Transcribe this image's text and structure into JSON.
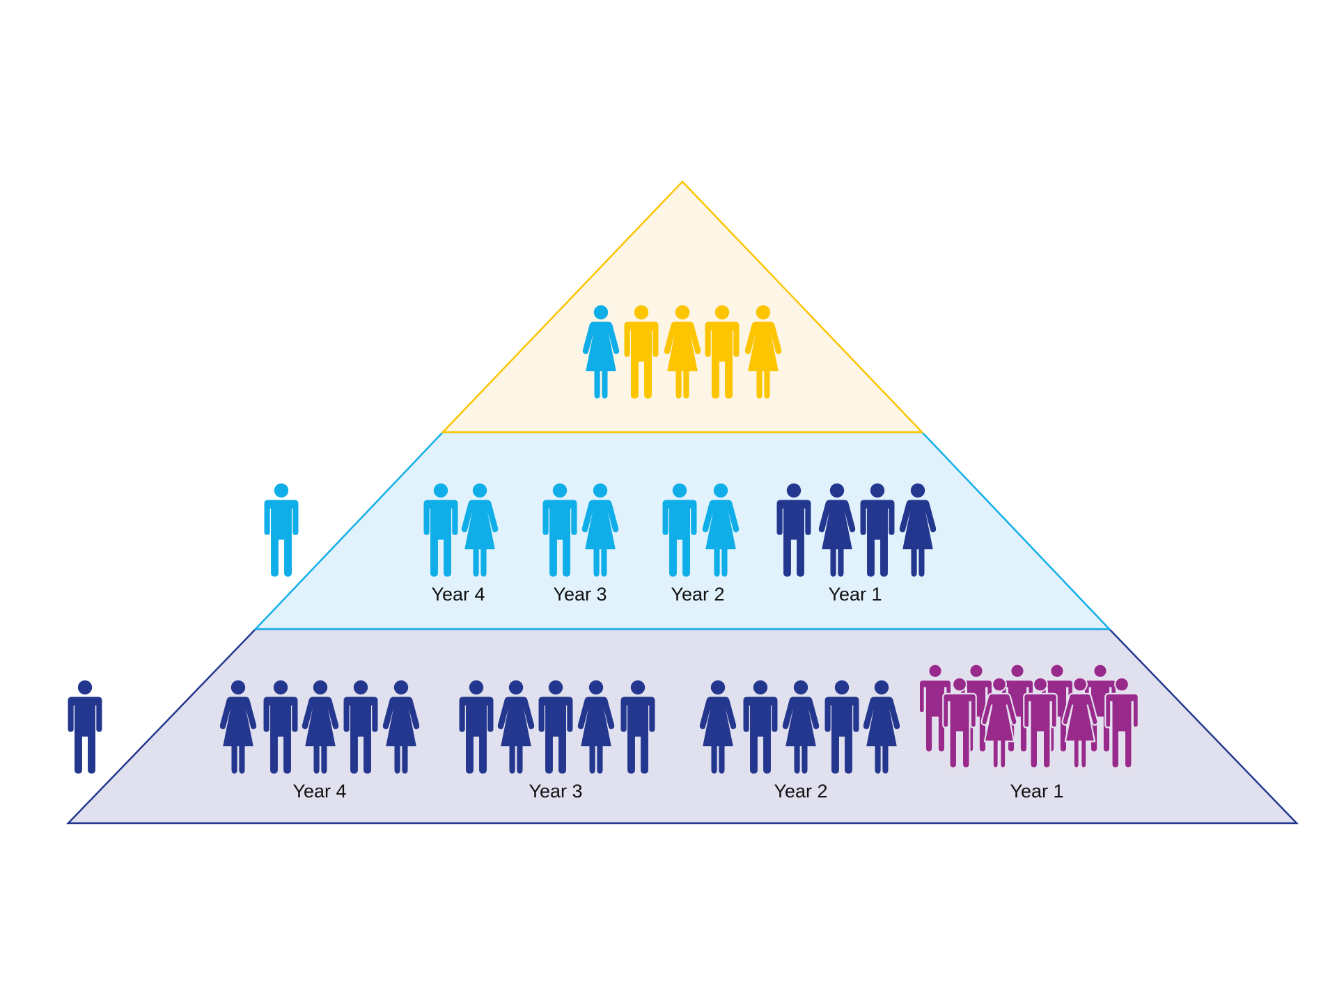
{
  "colors": {
    "yellow": "#fdc400",
    "light_blue": "#10aee8",
    "dark_blue": "#24378f",
    "purple": "#982a8c",
    "top_fill": "#fdf5e6",
    "middle_fill": "#e1f2fc",
    "bottom_fill": "#e0e0ee"
  },
  "tiers": {
    "top": {
      "figures": [
        {
          "type": "woman",
          "color": "light_blue"
        },
        {
          "type": "man",
          "color": "yellow"
        },
        {
          "type": "woman",
          "color": "yellow"
        },
        {
          "type": "man",
          "color": "yellow"
        },
        {
          "type": "woman",
          "color": "yellow"
        }
      ]
    },
    "middle": {
      "outside_figure": {
        "type": "man",
        "color": "light_blue"
      },
      "groups": [
        {
          "label": "Year 4",
          "figures": [
            {
              "type": "man",
              "color": "light_blue"
            },
            {
              "type": "woman",
              "color": "light_blue"
            }
          ]
        },
        {
          "label": "Year 3",
          "figures": [
            {
              "type": "man",
              "color": "light_blue"
            },
            {
              "type": "woman",
              "color": "light_blue"
            }
          ]
        },
        {
          "label": "Year 2",
          "figures": [
            {
              "type": "man",
              "color": "light_blue"
            },
            {
              "type": "woman",
              "color": "light_blue"
            }
          ]
        },
        {
          "label": "Year 1",
          "figures": [
            {
              "type": "man",
              "color": "dark_blue"
            },
            {
              "type": "woman",
              "color": "dark_blue"
            },
            {
              "type": "man",
              "color": "dark_blue"
            },
            {
              "type": "woman",
              "color": "dark_blue"
            }
          ]
        }
      ]
    },
    "bottom": {
      "outside_figure": {
        "type": "man",
        "color": "dark_blue"
      },
      "groups": [
        {
          "label": "Year 4",
          "figures": [
            {
              "type": "woman",
              "color": "dark_blue"
            },
            {
              "type": "man",
              "color": "dark_blue"
            },
            {
              "type": "woman",
              "color": "dark_blue"
            },
            {
              "type": "man",
              "color": "dark_blue"
            },
            {
              "type": "woman",
              "color": "dark_blue"
            }
          ]
        },
        {
          "label": "Year 3",
          "figures": [
            {
              "type": "man",
              "color": "dark_blue"
            },
            {
              "type": "woman",
              "color": "dark_blue"
            },
            {
              "type": "man",
              "color": "dark_blue"
            },
            {
              "type": "woman",
              "color": "dark_blue"
            },
            {
              "type": "man",
              "color": "dark_blue"
            }
          ]
        },
        {
          "label": "Year 2",
          "figures": [
            {
              "type": "woman",
              "color": "dark_blue"
            },
            {
              "type": "man",
              "color": "dark_blue"
            },
            {
              "type": "woman",
              "color": "dark_blue"
            },
            {
              "type": "man",
              "color": "dark_blue"
            },
            {
              "type": "woman",
              "color": "dark_blue"
            }
          ]
        },
        {
          "label": "Year 1",
          "figures": [
            {
              "type": "man",
              "color": "purple"
            },
            {
              "type": "man",
              "color": "purple"
            },
            {
              "type": "man",
              "color": "purple"
            },
            {
              "type": "man",
              "color": "purple"
            },
            {
              "type": "man",
              "color": "purple"
            },
            {
              "type": "man",
              "color": "purple"
            },
            {
              "type": "woman",
              "color": "purple"
            },
            {
              "type": "man",
              "color": "purple"
            },
            {
              "type": "woman",
              "color": "purple"
            },
            {
              "type": "man",
              "color": "purple"
            }
          ]
        }
      ]
    }
  }
}
